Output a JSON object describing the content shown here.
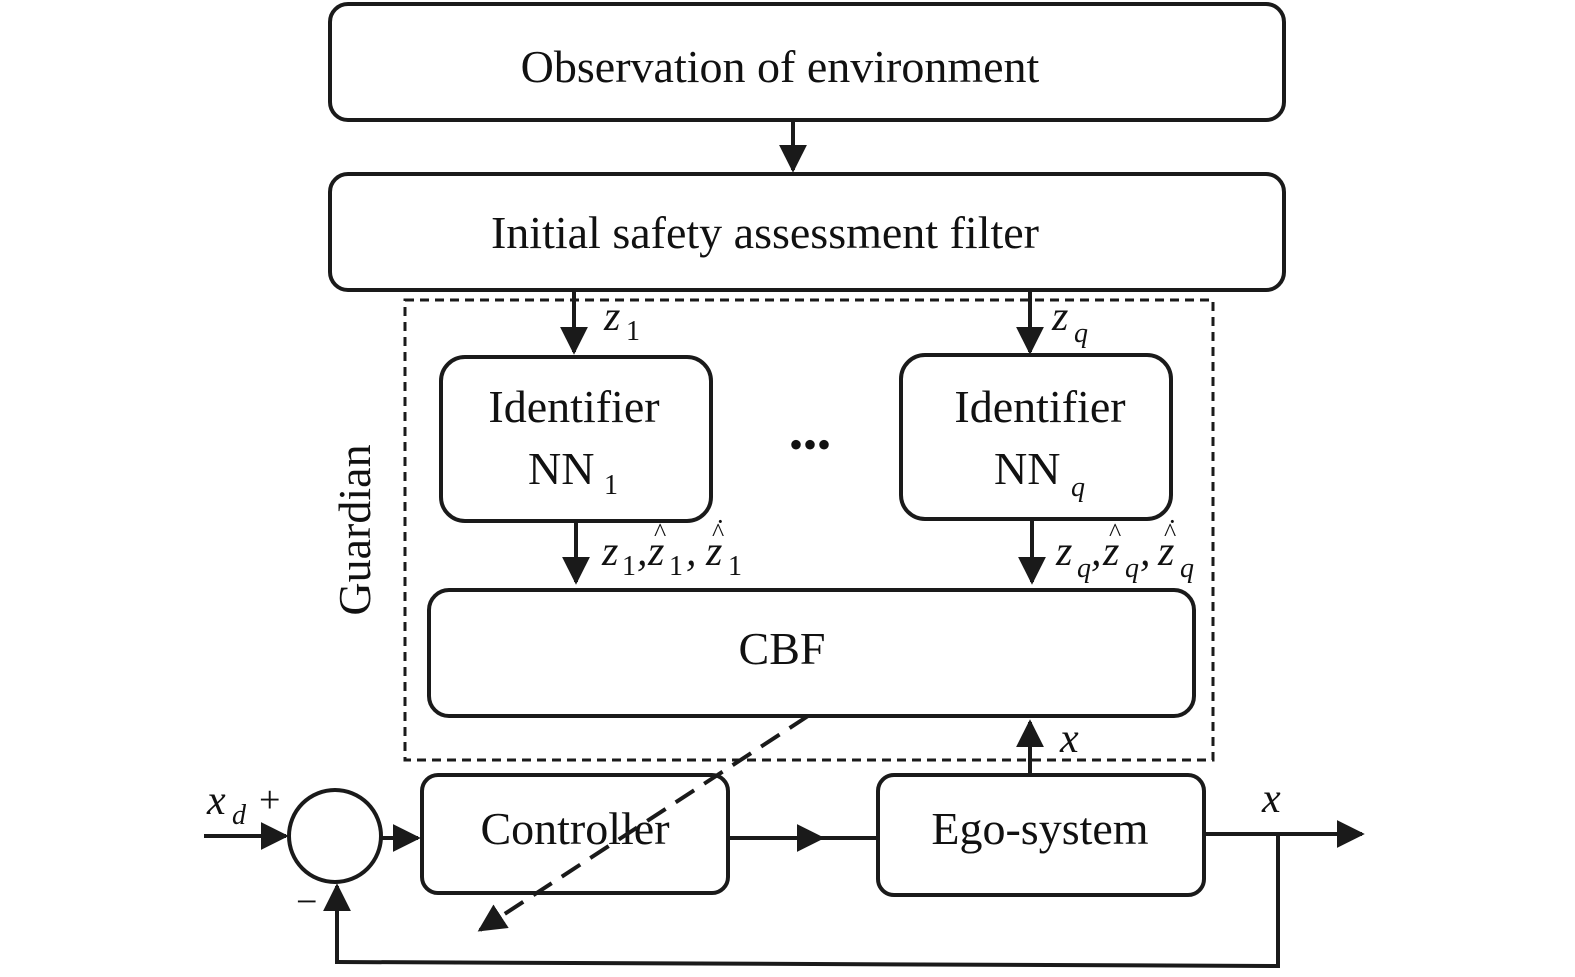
{
  "blocks": {
    "observation": "Observation of environment",
    "filter": "Initial safety assessment filter",
    "identifier_1": {
      "line1": "Identifier",
      "line2": "NN",
      "sub": "1"
    },
    "identifier_q": {
      "line1": "Identifier",
      "line2": "NN",
      "sub": "q"
    },
    "ellipsis": "•••",
    "cbf": "CBF",
    "controller": "Controller",
    "ego_system": "Ego-system"
  },
  "group_label": "Guardian",
  "signals": {
    "z": "z",
    "z1_sub": "1",
    "zq_sub": "q",
    "x": "x",
    "x_d": "x",
    "x_d_sub": "d",
    "plus": "+",
    "minus": "−",
    "comma": ","
  }
}
